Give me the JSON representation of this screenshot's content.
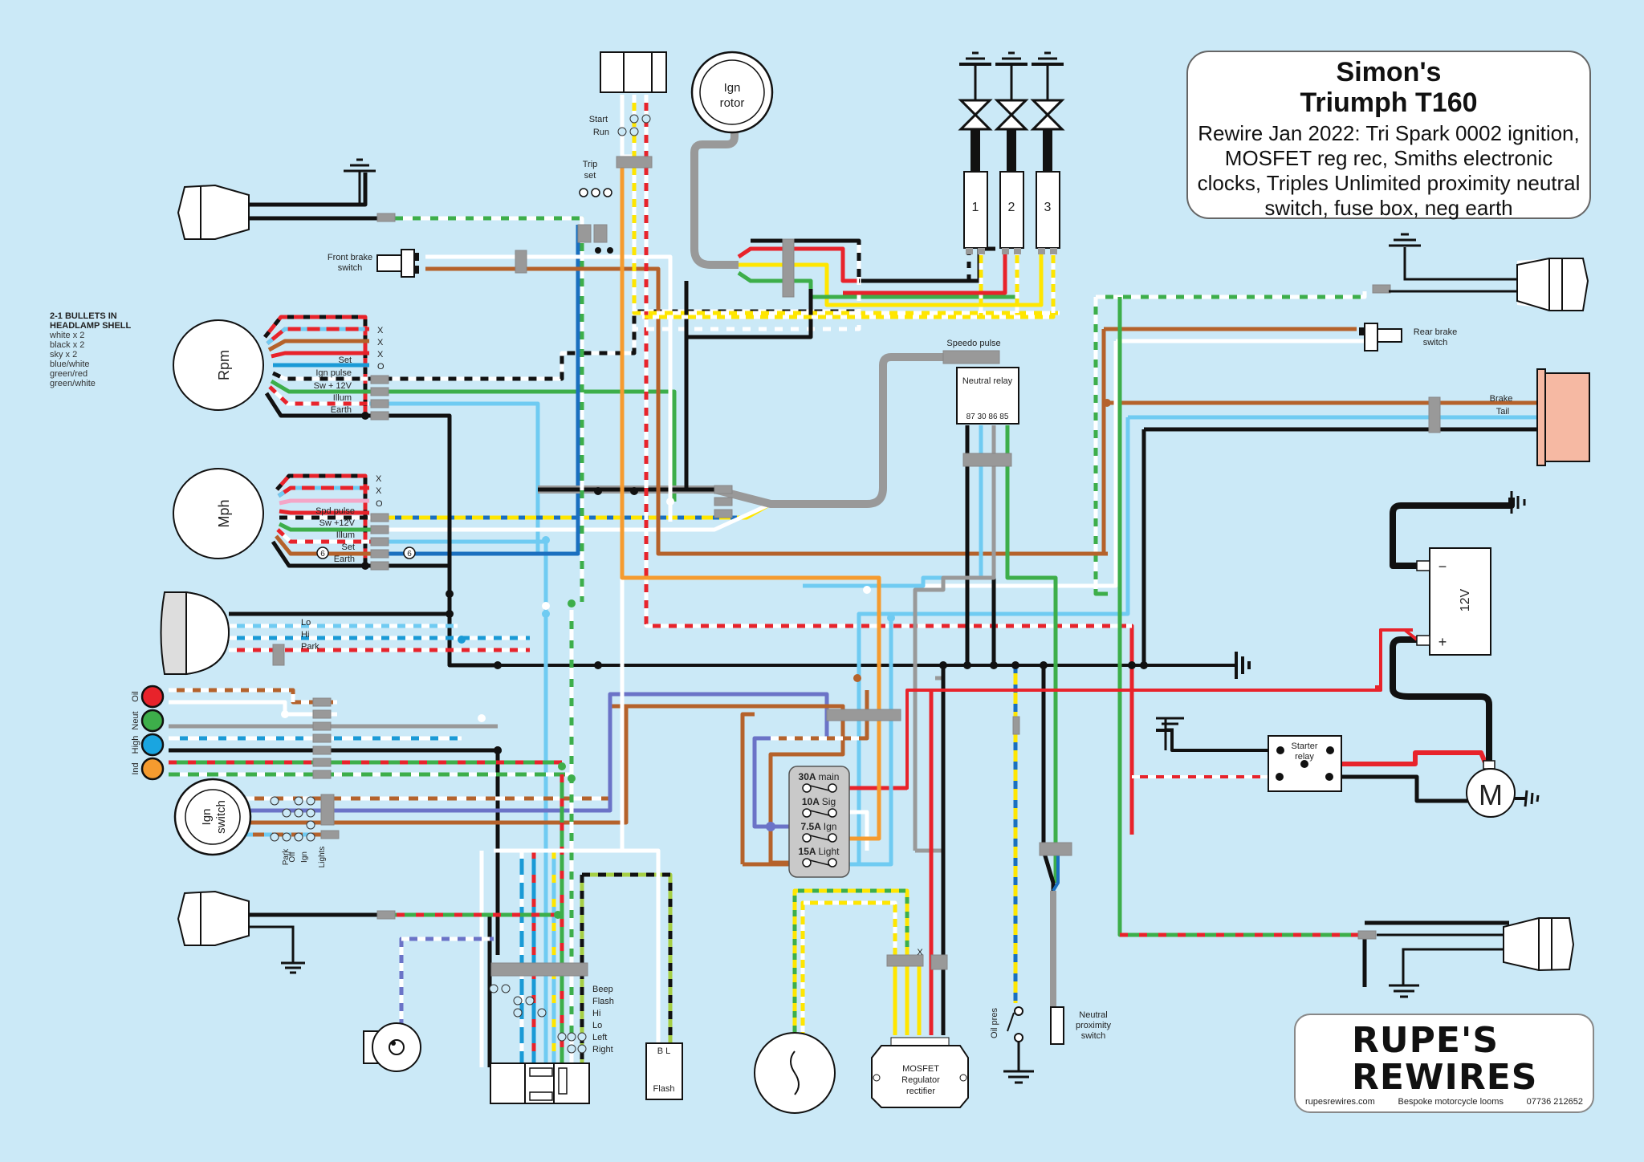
{
  "title": {
    "owner": "Simon's",
    "model": "Triumph T160",
    "description": "Rewire Jan 2022: Tri Spark 0002 ignition, MOSFET reg rec, Smiths electronic clocks, Triples Unlimited proximity neutral switch, fuse box, neg earth"
  },
  "bullets_note": {
    "heading_line1": "2-1 BULLETS IN",
    "heading_line2": "HEADLAMP SHELL",
    "items": [
      "white x 2",
      "black x 2",
      "sky x 2",
      "blue/white",
      "green/red",
      "green/white"
    ]
  },
  "colors": {
    "background": "#cbe9f7",
    "black": "#111111",
    "white": "#ffffff",
    "red": "#e8232b",
    "brown": "#b5622b",
    "green": "#3dae4a",
    "sky": "#6fcbf2",
    "blue": "#1a6fbf",
    "yellow": "#ffe600",
    "orange": "#f59b2f",
    "grey": "#999999",
    "purple_blue": "#6b73c7",
    "pink": "#f4a6c7",
    "lime": "#a6cf45",
    "taillight": "#f6b9a3"
  },
  "components": {
    "rpm": {
      "name": "Rpm",
      "terminals": [
        "X",
        "X",
        "X",
        "O"
      ],
      "wires": [
        "Set",
        "Ign pulse",
        "Sw + 12V",
        "Illum",
        "Earth"
      ]
    },
    "mph": {
      "name": "Mph",
      "terminals": [
        "X",
        "X",
        "O"
      ],
      "wires": [
        "Spd pulse",
        "Sw +12V",
        "Illum",
        "Set",
        "Earth"
      ],
      "set_marker": "6"
    },
    "headlamp": {
      "beams": [
        "Lo",
        "Hi",
        "Park"
      ]
    },
    "warning_lamps": [
      "Oil",
      "Neut",
      "High",
      "Ind"
    ],
    "ign_switch": {
      "name_line1": "Ign",
      "name_line2": "switch",
      "positions": [
        "Park",
        "Off",
        "Ign",
        "Lights"
      ]
    },
    "front_brake_switch": {
      "line1": "Front brake",
      "line2": "switch"
    },
    "rear_brake_switch": {
      "line1": "Rear brake",
      "line2": "switch"
    },
    "start_switch": {
      "positions": [
        "Start",
        "Run"
      ]
    },
    "trip_set": {
      "line1": "Trip",
      "line2": "set"
    },
    "ign_rotor": {
      "line1": "Ign",
      "line2": "rotor"
    },
    "coils": [
      "1",
      "2",
      "3"
    ],
    "speedo_pulse": "Speedo pulse",
    "neutral_relay": {
      "name": "Neutral relay",
      "pins": "87 30 86 85"
    },
    "tail_light": {
      "brake": "Brake",
      "tail": "Tail"
    },
    "battery": {
      "voltage": "12V",
      "neg": "−",
      "pos": "+"
    },
    "starter_relay": {
      "line1": "Starter",
      "line2": "relay"
    },
    "starter_motor": "M",
    "fuse_box": [
      {
        "rating": "30A",
        "circuit": "main"
      },
      {
        "rating": "10A",
        "circuit": "Sig"
      },
      {
        "rating": "7.5A",
        "circuit": "Ign"
      },
      {
        "rating": "15A",
        "circuit": "Light"
      }
    ],
    "left_switchgear": [
      "Beep",
      "Flash",
      "Hi",
      "Lo",
      "Left",
      "Right"
    ],
    "flasher": {
      "terminals": "B  L",
      "name": "Flash"
    },
    "regulator": {
      "line1": "MOSFET",
      "line2": "Regulator",
      "line3": "rectifier",
      "marker": "X"
    },
    "oil_pressure_switch": "Oil pres",
    "neutral_switch": {
      "line1": "Neutral",
      "line2": "proximity",
      "line3": "switch"
    }
  },
  "logo": {
    "line1": "RUPE'S",
    "line2": "REWIRES",
    "website": "rupesrewires.com",
    "tagline": "Bespoke motorcycle looms",
    "phone": "07736 212652"
  }
}
